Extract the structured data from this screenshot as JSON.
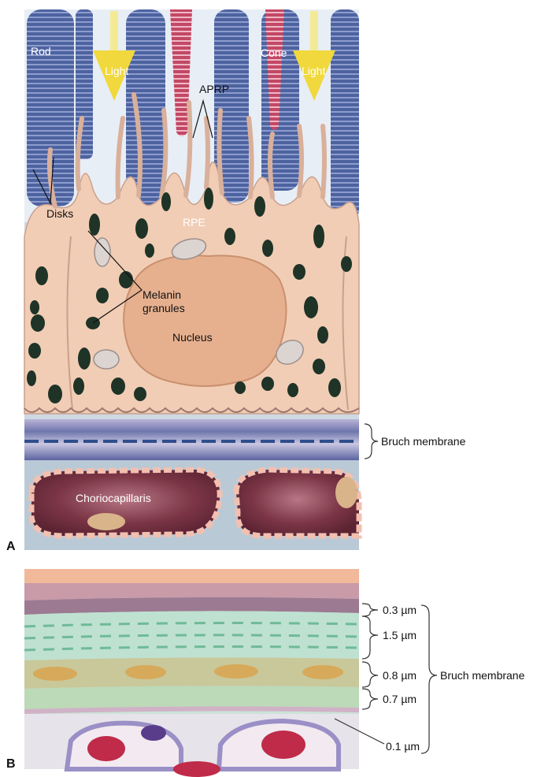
{
  "panel_a": {
    "panel_letter": "A",
    "labels": {
      "rod": "Rod",
      "light_left": "Light",
      "cone": "Cone",
      "light_right": "Light",
      "aprp": "APRP",
      "disks": "Disks",
      "rpe": "RPE",
      "melanin_line1": "Melanin",
      "melanin_line2": "granules",
      "nucleus": "Nucleus",
      "bruch": "Bruch membrane",
      "choriocapillaris": "Choriocapillaris"
    }
  },
  "panel_b": {
    "panel_letter": "B",
    "layers": [
      {
        "thickness": "0.3 µm"
      },
      {
        "thickness": "1.5 µm"
      },
      {
        "thickness": "0.8 µm"
      },
      {
        "thickness": "0.7 µm"
      },
      {
        "thickness": "0.1 µm"
      }
    ],
    "bruch": "Bruch membrane"
  },
  "colors": {
    "rod_blue": "#5a6fa8",
    "cone_red": "#c8506a",
    "rpe_cytoplasm": "#f1cdb5",
    "melanin": "#1f3327",
    "bruch_blue": "#6676a8",
    "choroid_bg": "#b9c9d6",
    "vessel_lumen": "#7a3645",
    "light_arrow": "#f4dd46"
  }
}
